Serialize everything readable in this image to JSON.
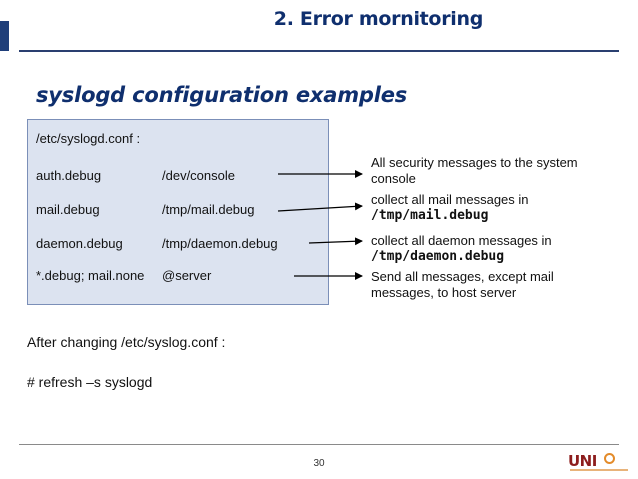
{
  "header": {
    "title": "2. Error mornitoring"
  },
  "section_title": "syslogd configuration examples",
  "config": {
    "filename": "/etc/syslogd.conf :",
    "rows": [
      {
        "selector": "auth.debug",
        "action": "/dev/console"
      },
      {
        "selector": "mail.debug",
        "action": "/tmp/mail.debug"
      },
      {
        "selector": "daemon.debug",
        "action": "/tmp/daemon.debug"
      },
      {
        "selector": "*.debug; mail.none",
        "action": "@server"
      }
    ]
  },
  "notes": [
    {
      "line1": "All security messages to the system",
      "line2": "console",
      "bold": false
    },
    {
      "line1": "collect all mail messages in",
      "line2": "/tmp/mail.debug",
      "bold": true
    },
    {
      "line1": "collect all daemon messages in",
      "line2": "/tmp/daemon.debug",
      "bold": true
    },
    {
      "line1": "Send all messages, except mail",
      "line2": "messages, to host server",
      "bold": false
    }
  ],
  "after": {
    "caption": "After changing /etc/syslog.conf :",
    "command": "# refresh –s syslogd"
  },
  "footer": {
    "page_number": "30",
    "logo_text": "UNI"
  },
  "colors": {
    "title": "#0f2f6e",
    "box_fill": "#dce3f0",
    "box_border": "#7b8fb8",
    "accent_bar": "#1f3f7a"
  }
}
